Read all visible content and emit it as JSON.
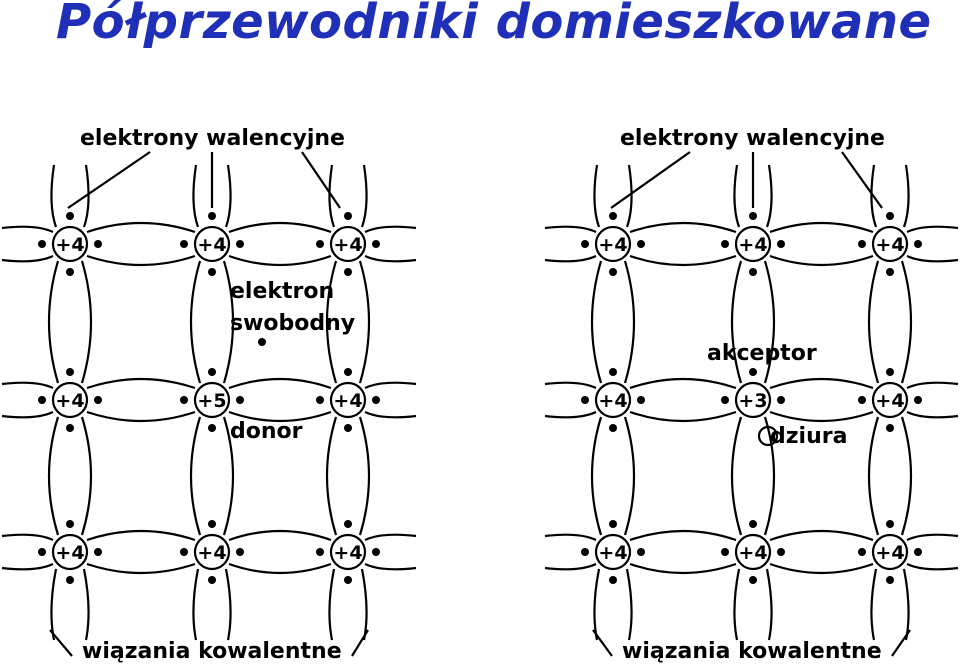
{
  "title": "Półprzewodniki domieszkowane",
  "colors": {
    "title": "#1f2fb8",
    "lines": "#000000"
  },
  "left": {
    "label_top": "elektrony walencyjne",
    "label_free_1": "elektron",
    "label_free_2": "swobodny",
    "label_donor": "donor",
    "label_bottom": "wiązania kowalentne",
    "atoms": [
      [
        "+4",
        "+4",
        "+4"
      ],
      [
        "+4",
        "+5",
        "+4"
      ],
      [
        "+4",
        "+4",
        "+4"
      ]
    ]
  },
  "right": {
    "label_top": "elektrony walencyjne",
    "label_acceptor": "akceptor",
    "label_hole": "dziura",
    "label_bottom": "wiązania kowalentne",
    "atoms": [
      [
        "+4",
        "+4",
        "+4"
      ],
      [
        "+4",
        "+3",
        "+4"
      ],
      [
        "+4",
        "+4",
        "+4"
      ]
    ]
  }
}
